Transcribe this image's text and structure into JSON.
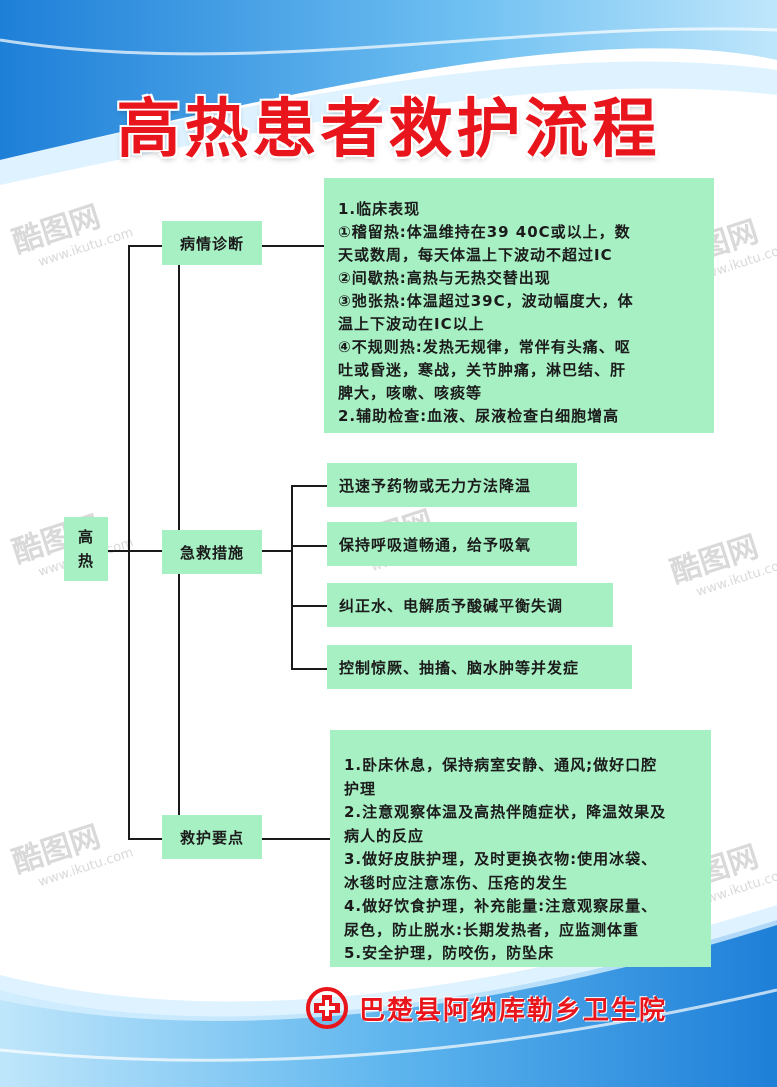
{
  "poster": {
    "title": "高热患者救护流程",
    "hospital_name": "巴楚县阿纳库勒乡卫生院",
    "watermark_logo": "酷图网",
    "watermark_url": "www.ikutu.com"
  },
  "root": {
    "label": "高热"
  },
  "branches": {
    "diagnosis": {
      "label": "病情诊断",
      "details": [
        "1.临床表现",
        "①稽留热:体温维持在39 40C或以上，数",
        "天或数周，每天体温上下波动不超过IC",
        "②间歇热:高热与无热交替出现",
        "③弛张热:体温超过39C，波动幅度大，体",
        "温上下波动在IC以上",
        "④不规则热:发热无规律，常伴有头痛、呕",
        "吐或昏迷，寒战，关节肿痛，淋巴结、肝",
        "脾大，咳嗽、咳痰等",
        "2.辅助检查:血液、尿液检查白细胞增高"
      ]
    },
    "emergency": {
      "label": "急救措施",
      "measures": [
        "迅速予药物或无力方法降温",
        "保持呼吸道畅通，给予吸氧",
        "纠正水、电解质予酸碱平衡失调",
        "控制惊厥、抽搐、脑水肿等并发症"
      ]
    },
    "care": {
      "label": "救护要点",
      "details": [
        "1.卧床休息，保持病室安静、通风;做好口腔",
        "护理",
        "2.注意观察体温及高热伴随症状，降温效果及",
        "病人的反应",
        "3.做好皮肤护理，及时更换衣物:使用冰袋、",
        "冰毯时应注意冻伤、压疮的发生",
        "4.做好饮食护理，补充能量:注意观察尿量、",
        "尿色，防止脱水:长期发热者，应监测体重",
        "5.安全护理，防咬伤，防坠床"
      ]
    }
  },
  "colors": {
    "title": "#e8161c",
    "box": "#a7f0c4",
    "line": "#1a1a1a",
    "wave": "#2d8fe0"
  }
}
